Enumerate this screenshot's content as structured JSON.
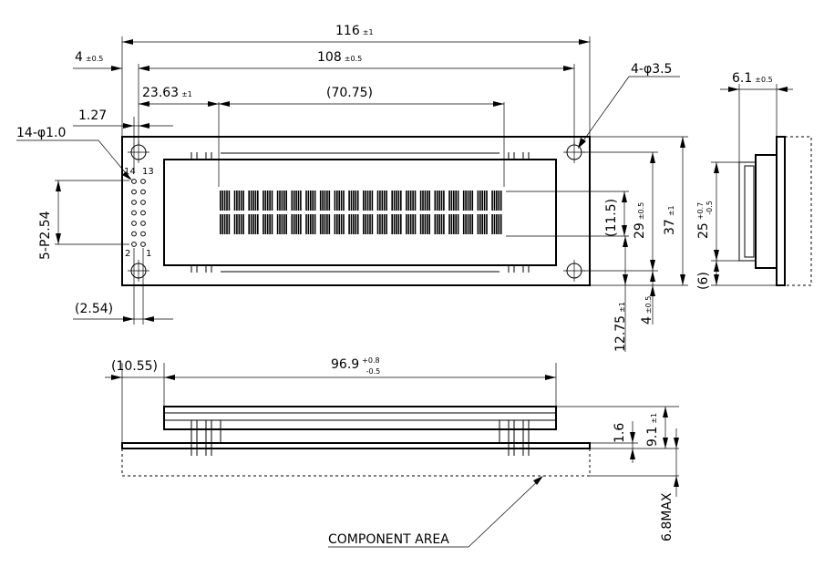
{
  "colors": {
    "line": "#000000",
    "background": "#ffffff"
  },
  "top_view": {
    "dim_width_total": {
      "value": "116",
      "tol": "±1"
    },
    "dim_hole_pitch": {
      "value": "108",
      "tol": "±0.5"
    },
    "dim_hole_offset": {
      "value": "4",
      "tol": "±0.5"
    },
    "dim_display_offset": {
      "value": "23.63",
      "tol": "±1"
    },
    "dim_display_width": {
      "value": "(70.75)"
    },
    "dim_pin_offset": {
      "value": "1.27"
    },
    "note_pin_holes": "14-φ1.0",
    "note_mount_holes": "4-φ3.5",
    "dim_pin_pitch": "5-P2.54",
    "dim_pin_spacing": "(2.54)",
    "pin_labels": {
      "top_left": "14",
      "top_right": "13",
      "bottom_left": "2",
      "bottom_right": "1"
    },
    "dim_char_height": {
      "value": "(11.5)"
    },
    "dim_view_height": {
      "value": "29",
      "tol": "±0.5"
    },
    "dim_height_total": {
      "value": "37",
      "tol": "±1"
    },
    "dim_bottom_offset": {
      "value": "12.75",
      "tol": "±1"
    },
    "dim_hole_bottom": {
      "value": "4",
      "tol": "±0.5"
    }
  },
  "side_view": {
    "dim_thickness": {
      "value": "6.1",
      "tol": "±0.5"
    },
    "dim_height": {
      "value": "25",
      "tol_plus": "+0.7",
      "tol_minus": "-0.5"
    },
    "dim_lower": {
      "value": "(6)"
    }
  },
  "front_view": {
    "dim_offset": {
      "value": "(10.55)"
    },
    "dim_width": {
      "value": "96.9",
      "tol_plus": "+0.8",
      "tol_minus": "-0.5"
    },
    "dim_pcb": {
      "value": "1.6"
    },
    "dim_height": {
      "value": "9.1",
      "tol": "±1"
    },
    "dim_max": {
      "value": "6.8MAX"
    },
    "note_component_area": "COMPONENT AREA"
  }
}
